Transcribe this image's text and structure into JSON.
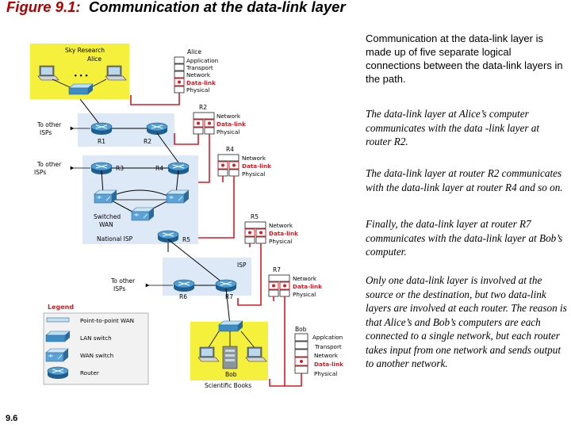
{
  "title": {
    "figure": "Figure 9.1:",
    "text": "Communication at the data-link layer"
  },
  "paragraphs": [
    "Communication at the data-link layer is made up of five separate logical connections between the data-link layers in the path.",
    "The data-link layer at Alice’s computer communicates with the data -link layer at router R2.",
    "The data-link layer at router R2 communicates with the data-link layer at router R4 and so on.",
    "Finally, the data-link layer at router R7 communicates with the data-link layer at Bob’s computer.",
    "Only one data-link layer is involved at the source or the destination, but two data-link layers are involved at each router. The reason is that Alice’s and Bob’s computers are each connected to a single network, but each router takes input from one network and sends output to another network."
  ],
  "slide_number": "9.6",
  "diagram": {
    "networks": {
      "sky": "Sky Research",
      "national": "National ISP",
      "isp": "ISP",
      "sci": "Scientific Books",
      "wan": [
        "Switched",
        "WAN"
      ]
    },
    "hosts": {
      "alice": "Alice",
      "bob": "Bob",
      "dots": "• • •"
    },
    "routers": {
      "r1": "R1",
      "r2": "R2",
      "r3": "R3",
      "r4": "R4",
      "r5": "R5",
      "r6": "R6",
      "r7": "R7"
    },
    "to_other_isps": [
      "To other",
      "ISPs"
    ],
    "stacks": {
      "alice": {
        "label": "Alice",
        "layers": [
          "Application",
          "Transport",
          "Network",
          "Data-link",
          "Physical"
        ]
      },
      "r2": {
        "label": "R2",
        "layers": [
          "Network",
          "Data-link",
          "Physical"
        ]
      },
      "r4": {
        "label": "R4",
        "layers": [
          "Network",
          "Data-link",
          "Physical"
        ]
      },
      "r5": {
        "label": "R5",
        "layers": [
          "Network",
          "Data-link",
          "Physical"
        ]
      },
      "r7": {
        "label": "R7",
        "layers": [
          "Network",
          "Data-link",
          "Physical"
        ]
      },
      "bob": {
        "label": "Bob",
        "layers": [
          "Applcation",
          "Transport",
          "Network",
          "Data-link",
          "Physical"
        ]
      }
    },
    "legend": {
      "title": "Legend",
      "items": [
        "Point-to-point WAN",
        "LAN switch",
        "WAN switch",
        "Router"
      ]
    }
  },
  "colors": {
    "accent_red": "#d81b23",
    "figure_label": "#b00000",
    "lan_yellow": "#f5f03c",
    "wan_blue": "#dde9f6",
    "router_blue": "#2f7fb8"
  }
}
